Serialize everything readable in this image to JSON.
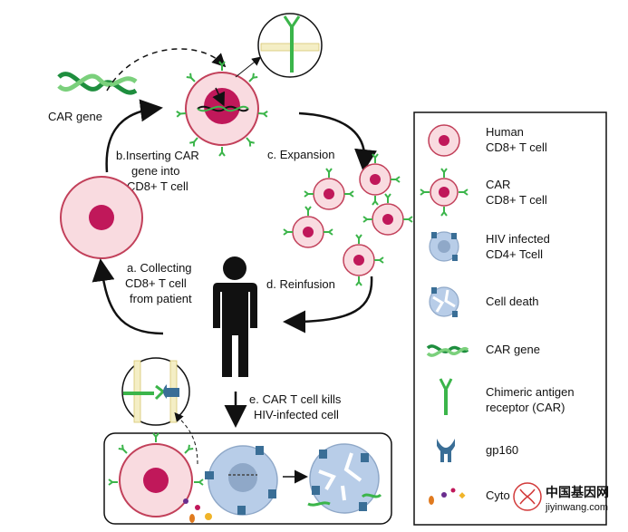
{
  "diagram": {
    "steps": {
      "car_gene": "CAR gene",
      "b_line1": "b.Inserting CAR",
      "b_line2": "gene into",
      "b_line3": "CD8+ T cell",
      "c": "c. Expansion",
      "a_line1": "a. Collecting",
      "a_line2": "CD8+ T cell",
      "a_line3": "from patient",
      "d": "d. Reinfusion",
      "e_line1": "e. CAR T cell kills",
      "e_line2": "HIV-infected cell"
    },
    "legend": [
      {
        "line1": "Human",
        "line2": "CD8+ T cell"
      },
      {
        "line1": "CAR",
        "line2": "CD8+ T cell"
      },
      {
        "line1": "HIV infected",
        "line2": "CD4+ Tcell"
      },
      {
        "line1": "Cell death",
        "line2": ""
      },
      {
        "line1": "CAR gene",
        "line2": ""
      },
      {
        "line1": "Chimeric antigen",
        "line2": "receptor (CAR)"
      },
      {
        "line1": "gp160",
        "line2": ""
      },
      {
        "line1": "Cyto",
        "line2": ""
      }
    ],
    "watermark": {
      "cn": "中国基因网",
      "url": "jiyinwang.com"
    },
    "colors": {
      "cell_fill": "#f9dbe0",
      "cell_border": "#c2405a",
      "nucleus": "#c0185a",
      "car_green": "#3bb54a",
      "hiv_blue": "#b8cde8",
      "gp160": "#3a6e96"
    }
  }
}
